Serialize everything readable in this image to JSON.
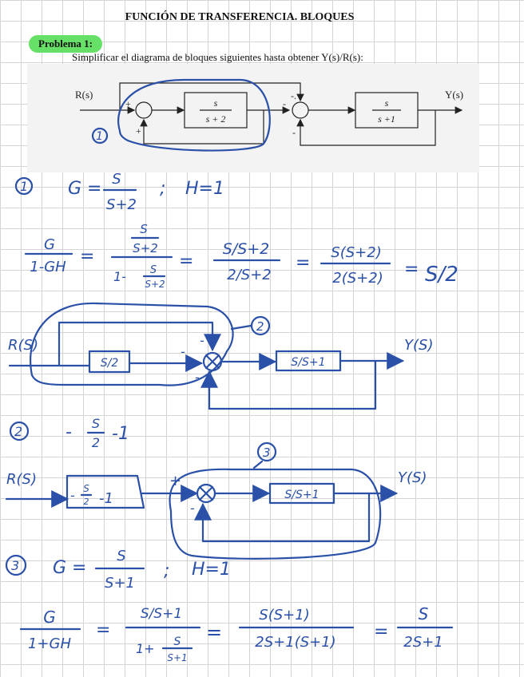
{
  "document": {
    "title": "FUNCIÓN DE TRANSFERENCIA. BLOQUES",
    "problem_label": "Problema 1:",
    "instruction": "Simplificar el diagrama de bloques siguientes hasta obtener Y(s)/R(s):"
  },
  "diagram": {
    "input": "R(s)",
    "output": "Y(s)",
    "block1_num": "s",
    "block1_den": "s + 2",
    "block2_num": "s",
    "block2_den": "s +1",
    "sign_plus": "+",
    "sign_minus": "-",
    "sign_minus_dot": "-."
  },
  "notes": {
    "marker1": "1",
    "marker2": "2",
    "marker3": "3",
    "step1_G_num": "S",
    "step1_G_den": "S+2",
    "step1_H": "H=1",
    "f1_lhs_num": "G",
    "f1_lhs_den": "1-GH",
    "f1_b_num_top": "S",
    "f1_b_num_bot": "S+2",
    "f1_b_den_left": "1-",
    "f1_b_den_fnum": "S",
    "f1_b_den_fden": "S+2",
    "f1_c_num": "S/S+2",
    "f1_c_den": "2/S+2",
    "f1_d_num": "S(S+2)",
    "f1_d_den": "2(S+2)",
    "f1_result": "S/2",
    "d2_input": "R(S)",
    "d2_block1": "S/2",
    "d2_block2": "S/S+1",
    "d2_output": "Y(S)",
    "step2_expr": "-",
    "step2_frac_num": "S",
    "step2_frac_den": "2",
    "step2_tail": "-1",
    "d3_input": "R(S)",
    "d3_block1_lead": "-",
    "d3_block1_num": "S",
    "d3_block1_den": "2",
    "d3_block1_tail": "-1",
    "d3_block2": "S/S+1",
    "d3_output": "Y(S)",
    "step3_G_num": "S",
    "step3_G_den": "S+1",
    "step3_H": "H=1",
    "f3_lhs_num": "G",
    "f3_lhs_den": "1+GH",
    "f3_b_num": "S/S+1",
    "f3_b_den_left": "1+",
    "f3_b_den_fnum": "S",
    "f3_b_den_fden": "S+1",
    "f3_c_num": "S(S+1)",
    "f3_c_den": "2S+1(S+1)",
    "f3_result_num": "S",
    "f3_result_den": "2S+1"
  }
}
